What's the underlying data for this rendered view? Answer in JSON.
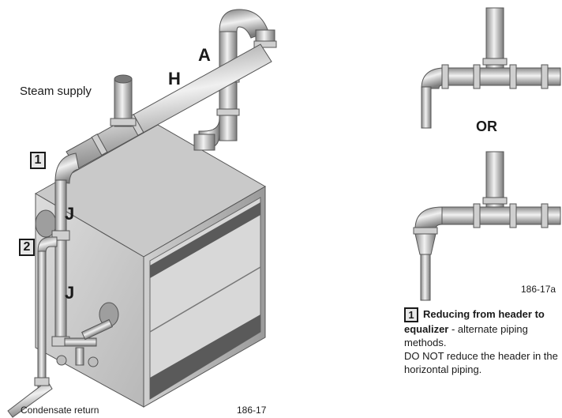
{
  "labels": {
    "steam_supply": "Steam supply",
    "letter_a": "A",
    "letter_h": "H",
    "letter_j_upper": "J",
    "letter_j_lower": "J",
    "callout_1": "1",
    "callout_2": "2",
    "condensate_return": "Condensate return",
    "fig_main": "186-17",
    "fig_detail": "186-17a",
    "or": "OR"
  },
  "note": {
    "number": "1",
    "title": "Reducing from header to equalizer",
    "dash": " - alternate piping methods.",
    "warning": "DO NOT reduce the header in the horizontal piping."
  }
}
